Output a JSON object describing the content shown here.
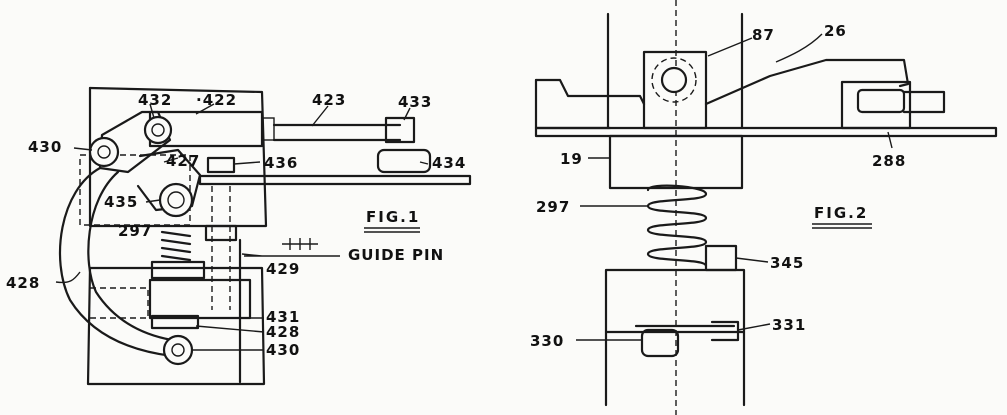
{
  "fig1": {
    "caption": "FIG.1",
    "labels": {
      "l432": "432",
      "l422": "·422",
      "l423": "423",
      "l433": "433",
      "l430a": "430",
      "l427": "427",
      "l436": "436",
      "l434": "434",
      "l435": "435",
      "l297": "297",
      "l429": "429",
      "guide": "GUIDE PIN",
      "l428a": "428",
      "l431": "431",
      "l428b": "428",
      "l430b": "430"
    }
  },
  "fig2": {
    "caption": "FIG.2",
    "labels": {
      "l87": "87",
      "l26": "26",
      "l19": "19",
      "l288": "288",
      "l297": "297",
      "l345": "345",
      "l330": "330",
      "l331": "331"
    }
  }
}
